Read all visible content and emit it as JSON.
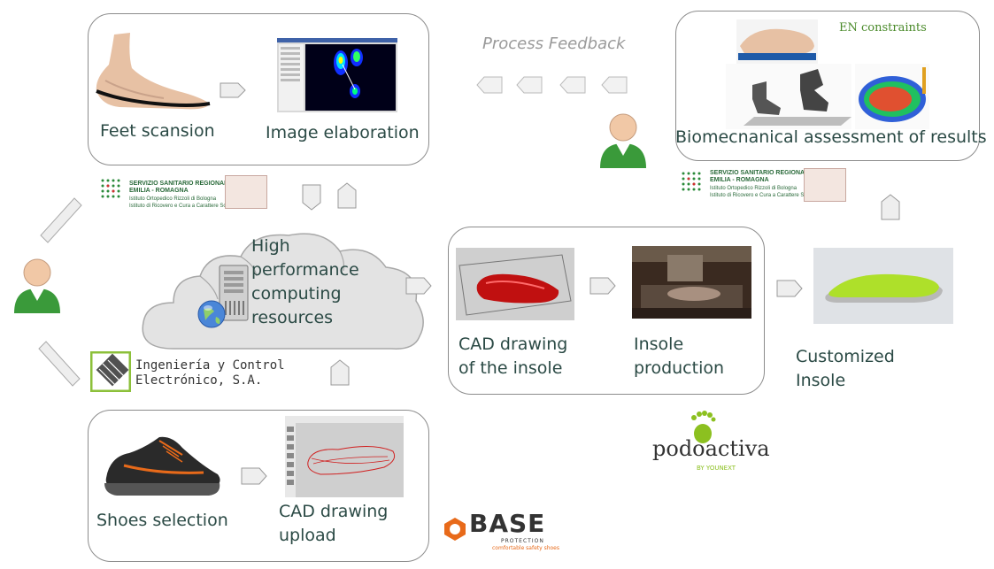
{
  "labels": {
    "feet_scansion": "Feet scansion",
    "image_elaboration": "Image elaboration",
    "process_feedback": "Process Feedback",
    "en_constraints": "EN  constraints",
    "biomech": "Biomecnanical assessment  of results",
    "hpc_1": "High",
    "hpc_2": "performance",
    "hpc_3": "computing",
    "hpc_4": "resources",
    "cad_insole_1": "CAD drawing",
    "cad_insole_2": "of the insole",
    "insole_prod_1": "Insole",
    "insole_prod_2": "production",
    "custom_1": "Customized",
    "custom_2": "Insole",
    "shoes_selection": "Shoes selection",
    "cad_upload_1": "CAD drawing",
    "cad_upload_2": "upload"
  },
  "logos": {
    "ssr_1": "SERVIZIO SANITARIO REGIONALE",
    "ssr_2": "EMILIA - ROMAGNA",
    "ssr_3": "Istituto Ortopedico Rizzoli di Bologna",
    "ssr_4": "Istituto di Ricovero e Cura a Carattere Scientifico",
    "ice_1": "Ingeniería y Control",
    "ice_2": "Electrónico, S.A.",
    "podo_name": "podoactiva",
    "podo_sub": "BY YOUNEXT",
    "base_name": "BASE",
    "base_sub1": "PROTECTION",
    "base_sub2": "comfortable safety shoes"
  },
  "icons": [
    "user-icon",
    "server-icon",
    "globe-icon",
    "cloud-icon",
    "arrow-icon"
  ],
  "colors": {
    "text": "#2b4a45",
    "box_border": "#8c8c8c",
    "user_green": "#3a9a3a",
    "arrow_fill": "#eeeeee"
  }
}
